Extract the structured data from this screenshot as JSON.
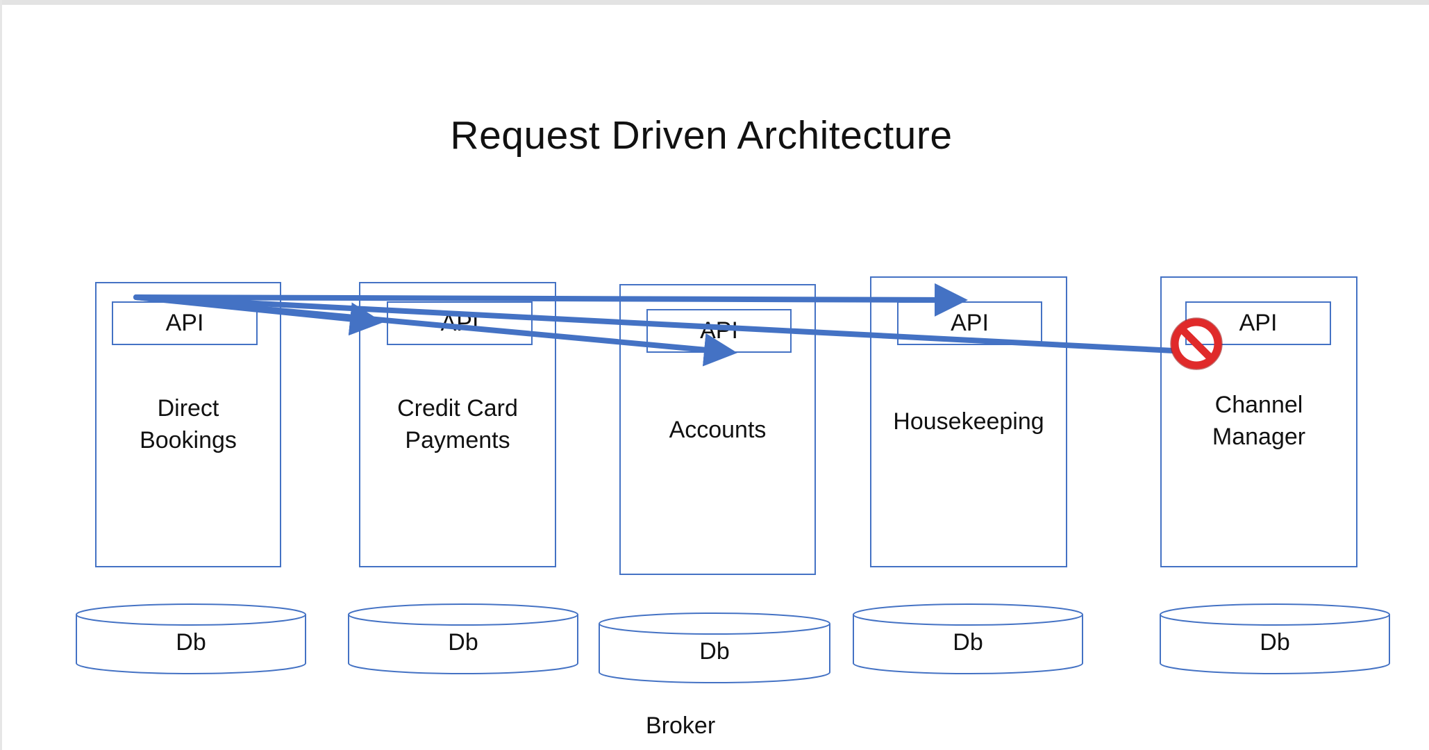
{
  "title": "Request Driven Architecture",
  "colors": {
    "accent": "#4472c4",
    "blocked": "#e02a2a",
    "text": "#111111"
  },
  "services": [
    {
      "name": "Direct\nBookings",
      "api": "API",
      "db": "Db"
    },
    {
      "name": "Credit Card\nPayments",
      "api": "API",
      "db": "Db"
    },
    {
      "name": "Accounts",
      "api": "API",
      "db": "Db"
    },
    {
      "name": "Housekeeping",
      "api": "API",
      "db": "Db"
    },
    {
      "name": "Channel\nManager",
      "api": "API",
      "db": "Db"
    }
  ],
  "broker_label": "Broker",
  "icons": {
    "blocked": "no-entry-icon"
  }
}
